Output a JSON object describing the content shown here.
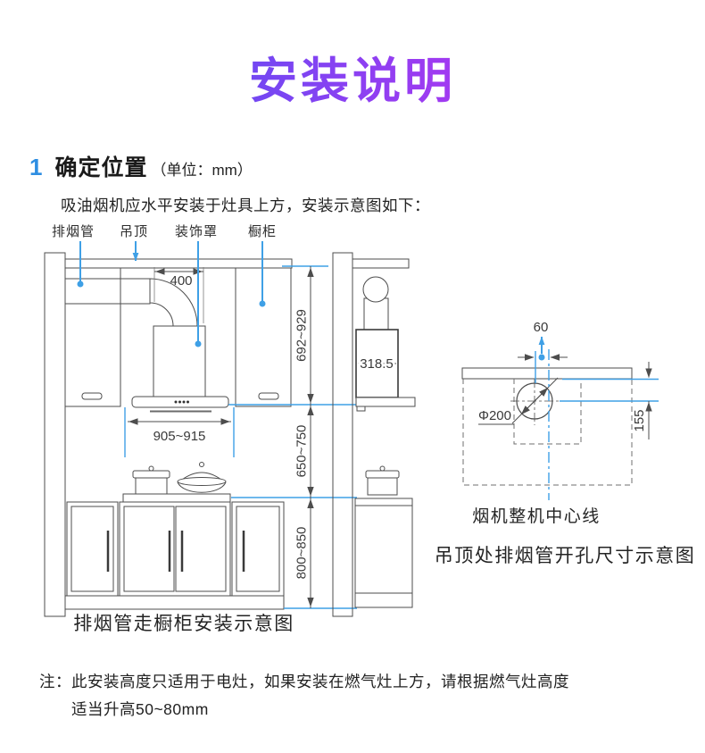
{
  "page": {
    "title": "安装说明"
  },
  "section": {
    "number": "1",
    "heading": "确定位置",
    "unit_note": "（单位：mm）",
    "intro": "吸油烟机应水平安装于灶具上方，安装示意图如下："
  },
  "labels": {
    "exhaust_pipe": "排烟管",
    "ceiling": "吊顶",
    "decorative_cover": "装饰罩",
    "cabinet": "橱柜"
  },
  "dimensions": {
    "duct_width": "400",
    "hood_width": "905~915",
    "ceiling_to_hood": "692~929",
    "hood_to_counter": "650~750",
    "counter_height": "800~850",
    "chimney_depth": "318.5",
    "hole_offset": "60",
    "hole_diameter": "Φ200",
    "hole_distance": "155"
  },
  "captions": {
    "front_view": "排烟管走橱柜安装示意图",
    "centerline": "烟机整机中心线",
    "hole_diagram": "吊顶处排烟管开孔尺寸示意图"
  },
  "note": {
    "prefix": "注：",
    "line1": "此安装高度只适用于电灶，如果安装在燃气灶上方，请根据燃气灶高度",
    "line2": "适当升高50~80mm"
  },
  "colors": {
    "accent_blue": "#3fa0e6",
    "title_gradient_start": "#4a53f3",
    "title_gradient_end": "#cb2ef0",
    "line_gray": "#4d4d4d"
  }
}
